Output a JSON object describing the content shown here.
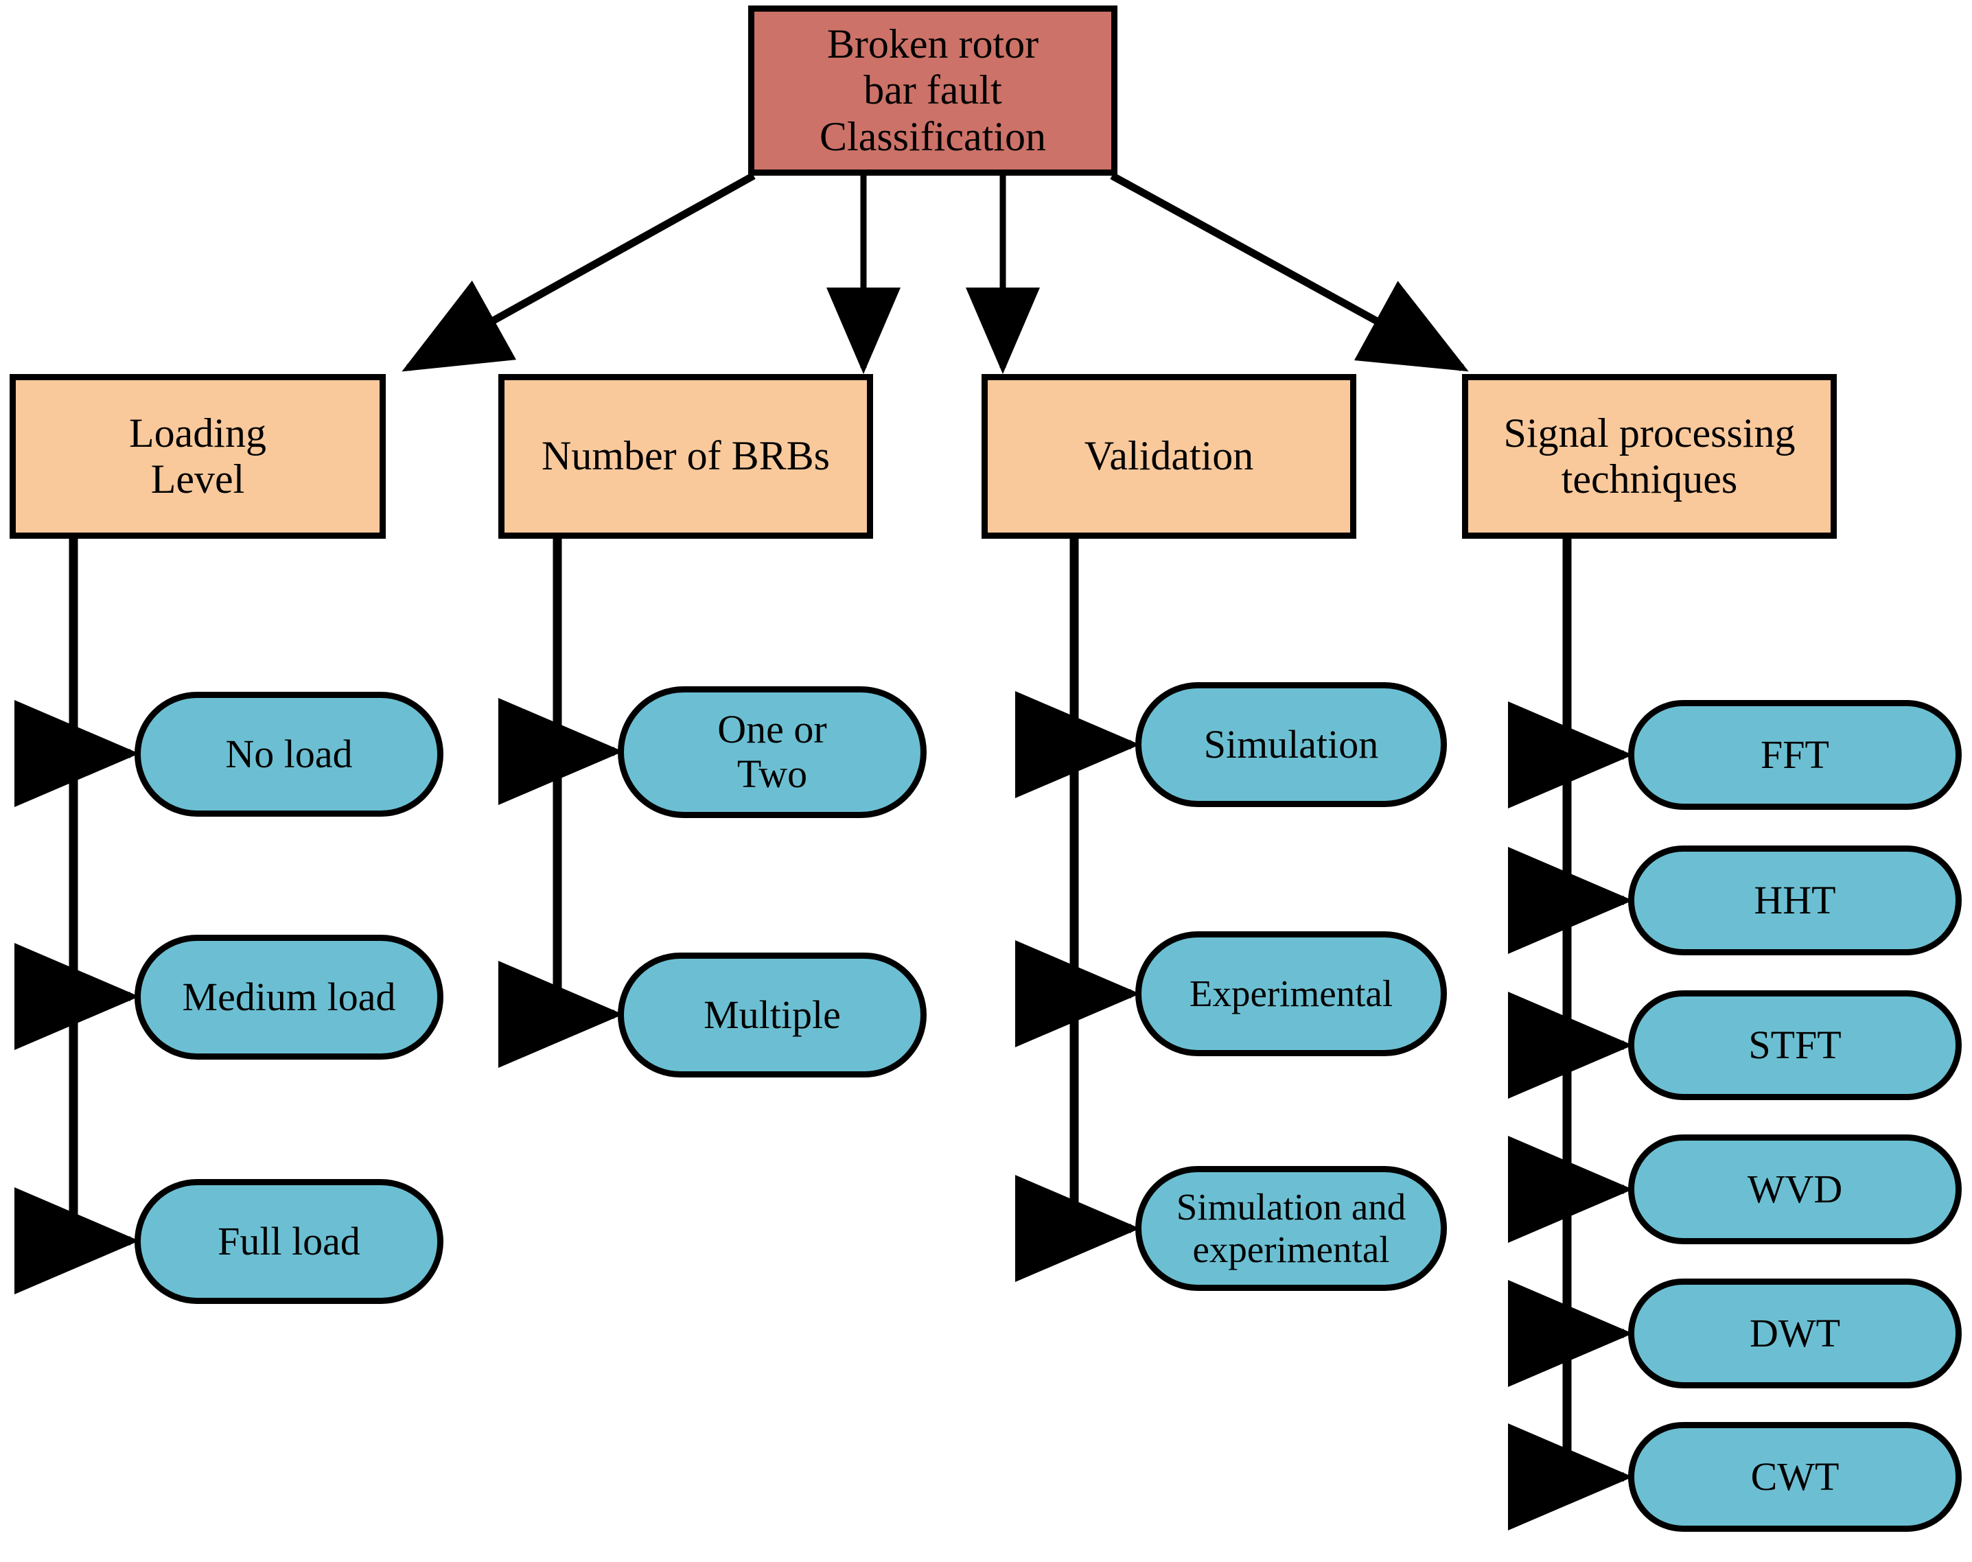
{
  "diagram": {
    "title": "Broken rotor bar fault Classification taxonomy",
    "colors": {
      "root_fill": "#cc7268",
      "category_fill": "#f9c99c",
      "leaf_fill": "#6cbfd2",
      "stroke": "#000000",
      "background": "#ffffff"
    },
    "root": {
      "label": "Broken rotor\nbar fault\nClassification"
    },
    "branches": [
      {
        "label": "Loading\nLevel",
        "leaves": [
          {
            "label": "No load"
          },
          {
            "label": "Medium load"
          },
          {
            "label": "Full load"
          }
        ]
      },
      {
        "label": "Number of BRBs",
        "leaves": [
          {
            "label": "One or\nTwo"
          },
          {
            "label": "Multiple"
          }
        ]
      },
      {
        "label": "Validation",
        "leaves": [
          {
            "label": "Simulation"
          },
          {
            "label": "Experimental"
          },
          {
            "label": "Simulation and\nexperimental"
          }
        ]
      },
      {
        "label": "Signal processing\ntechniques",
        "leaves": [
          {
            "label": "FFT"
          },
          {
            "label": "HHT"
          },
          {
            "label": "STFT"
          },
          {
            "label": "WVD"
          },
          {
            "label": "DWT"
          },
          {
            "label": "CWT"
          }
        ]
      }
    ]
  }
}
